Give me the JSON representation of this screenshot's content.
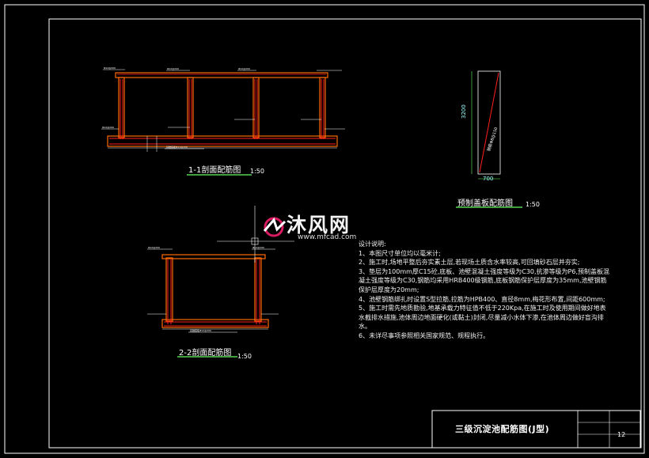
{
  "drawing": {
    "section1_caption": "1-1剖面配筋图",
    "section1_scale": "1:50",
    "section2_caption": "2-2剖面配筋图",
    "section2_scale": "1:50",
    "cover_caption": "预制盖板配筋图",
    "cover_scale": "1:50",
    "cover_dim_height": "3200",
    "cover_dim_width": "700",
    "cover_rebar_label": "钢筋Φ8@150",
    "rebar_top_label": "Φ12@200",
    "rebar_side_label": "Φ12@200",
    "base_label": "基础底板Φ12@200"
  },
  "watermark": {
    "name": "沐风网",
    "url": "www.mfcad.com"
  },
  "notes": {
    "heading": "设计说明:",
    "items": [
      "1、本图尺寸单位均以毫米计;",
      "2、施工时,场地平整后夯实素土层,若现场土质含水率较高,可回填砂石层并夯实;",
      "3、垫层为100mm厚C15砼,底板、池壁混凝土强度等级为C30,抗渗等级为P6,预制盖板混凝土强度等级为C30,钢筋均采用HRB400级钢筋,底板钢筋保护层厚度为35mm,池壁钢筋保护层厚度为20mm;",
      "4、池壁钢筋绑扎时设置S型拉筋,拉筋为HPB400、直径8mm,梅花形布置,间距600mm;",
      "5、施工时需先地质勘验,地基承载力特征值不低于220Kpa,在施工时及使用期间做好地表水截排水措施,池体周边地面硬化(或黏土)封闭,尽量减小水体下渗,在池体周边做好盲沟排水。",
      "6、未详尽事项参照相关国家规范、规程执行。"
    ]
  },
  "title_block": {
    "title": "三级沉淀池配筋图(J型)",
    "sheet_number": "12"
  },
  "colors": {
    "background": "#000000",
    "frame": "#ffffff",
    "concrete": "#ff6a00",
    "rebar": "#ff1e1e",
    "dimension": "#66ff66",
    "accent": "#ff00ff"
  }
}
